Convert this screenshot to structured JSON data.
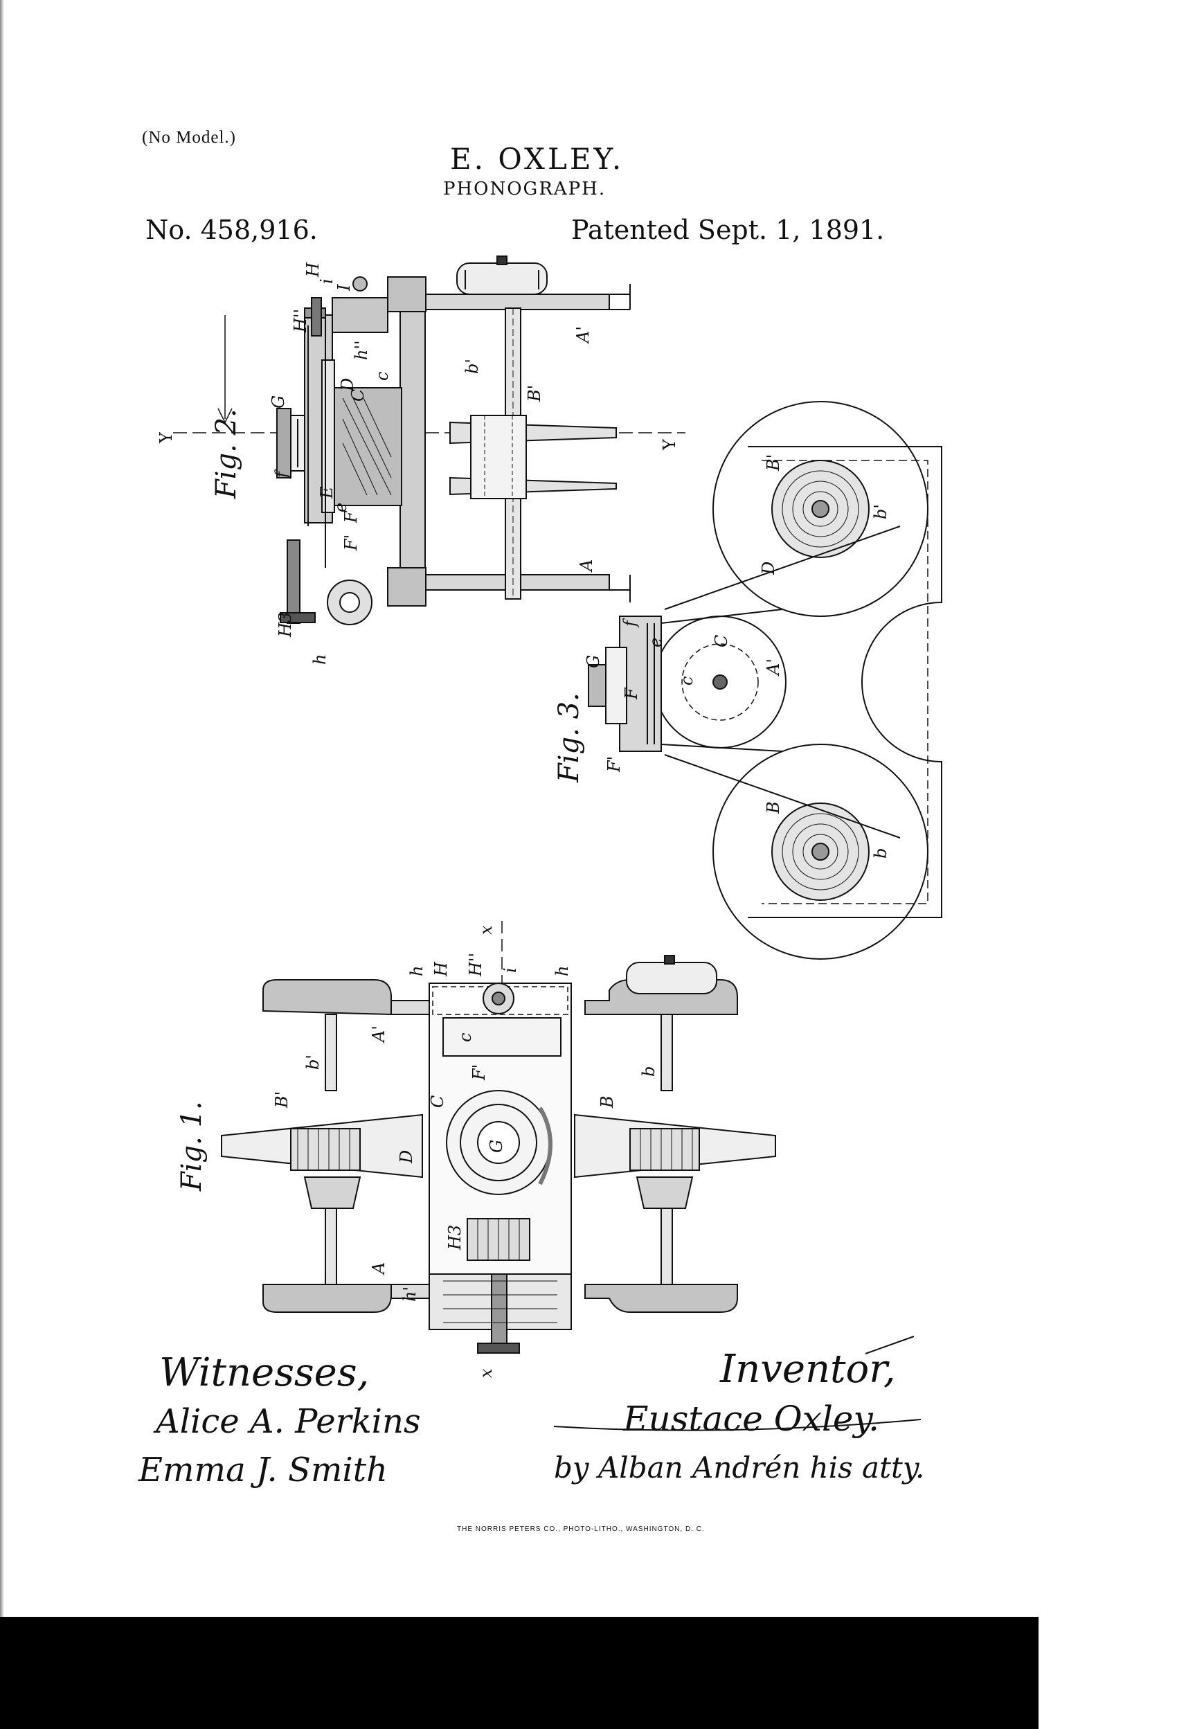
{
  "header": {
    "model_note": "(No Model.)",
    "inventor_name": "E. OXLEY.",
    "invention_title": "PHONOGRAPH.",
    "patent_number": "No. 458,916.",
    "patent_date": "Patented Sept. 1, 1891."
  },
  "figures": {
    "fig1_label": "Fig. 1.",
    "fig2_label": "Fig. 2.",
    "fig3_label": "Fig. 3."
  },
  "reference_letters": {
    "fig2": [
      "H",
      "i",
      "I",
      "H''",
      "h''",
      "C",
      "D",
      "c",
      "b'",
      "B'",
      "A'",
      "G",
      "f",
      "E",
      "e",
      "F'",
      "F",
      "A",
      "H3",
      "h",
      "Y",
      "Y"
    ],
    "fig3": [
      "B'",
      "b'",
      "D",
      "C",
      "c",
      "A'",
      "e",
      "f",
      "G",
      "F",
      "F'",
      "B",
      "b"
    ],
    "fig1": [
      "h",
      "H",
      "H''",
      "i",
      "x",
      "h",
      "A'",
      "b'",
      "c",
      "F'",
      "B'",
      "C",
      "G",
      "D",
      "B",
      "b",
      "A",
      "H3",
      "h'",
      "x"
    ]
  },
  "signatures": {
    "witnesses_label": "Witnesses,",
    "witness_1": "Alice A. Perkins",
    "witness_2": "Emma J. Smith",
    "inventor_label": "Inventor,",
    "inventor_signature": "Eustace Oxley.",
    "attorney_signature": "by Alban Andrén his atty."
  },
  "footer": {
    "printer": "THE NORRIS PETERS CO., PHOTO-LITHO., WASHINGTON, D. C."
  }
}
